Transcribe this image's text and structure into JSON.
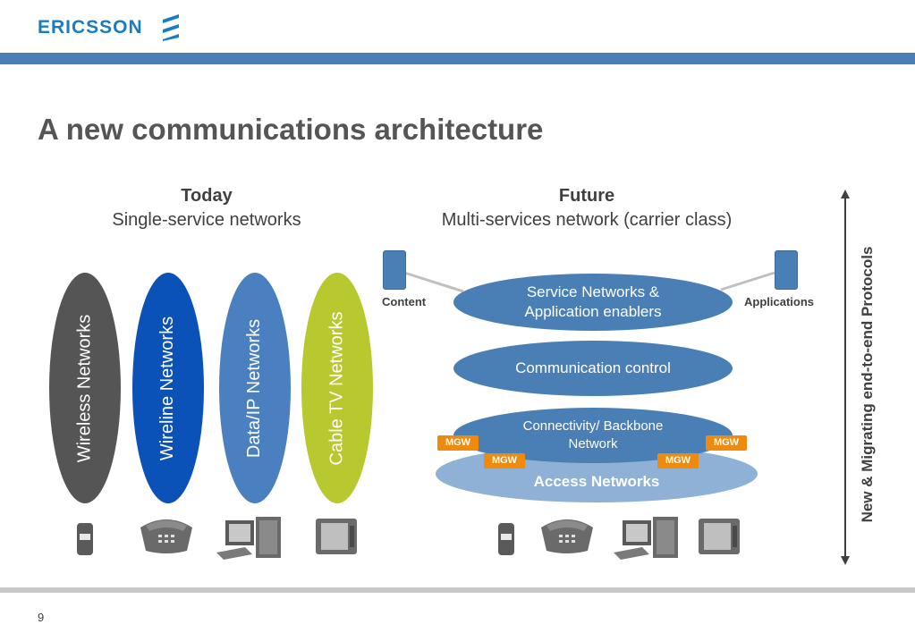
{
  "brand": {
    "logo_text": "ERICSSON",
    "accent": "#1a7cc1"
  },
  "slide": {
    "title": "A new communications architecture",
    "page_number": "9"
  },
  "today": {
    "heading": "Today",
    "subheading": "Single-service networks",
    "networks": [
      {
        "label": "Wireless Networks",
        "color": "#555555"
      },
      {
        "label": "Wireline Networks",
        "color": "#0a52b8"
      },
      {
        "label": "Data/IP Networks",
        "color": "#4a80bf"
      },
      {
        "label": "Cable TV Networks",
        "color": "#b8c92f"
      }
    ]
  },
  "future": {
    "heading": "Future",
    "subheading": "Multi-services network (carrier class)",
    "content_label": "Content",
    "applications_label": "Applications",
    "service_layer": "Service Networks & Application enablers",
    "control_layer": "Communication control",
    "connectivity_layer": "Connectivity/ Backbone Network",
    "access_layer": "Access Networks",
    "mgw_label": "MGW"
  },
  "side_axis": {
    "label": "New & Migrating end-to-end Protocols"
  },
  "devices": [
    "mobile-phone-icon",
    "desk-phone-icon",
    "computer-icon",
    "tv-icon"
  ]
}
